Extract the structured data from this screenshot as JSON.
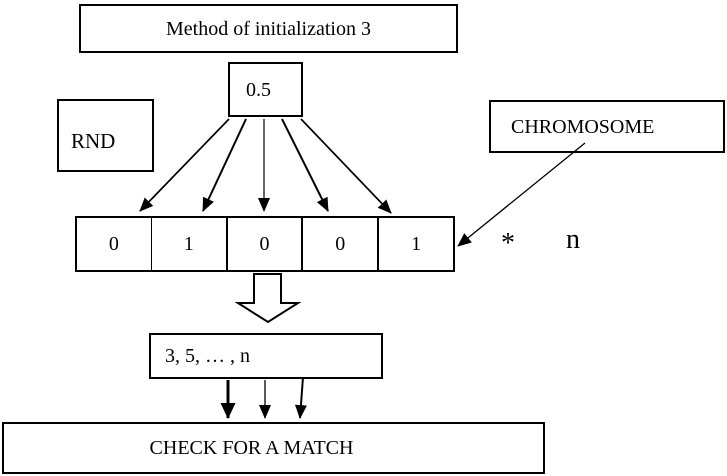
{
  "diagram": {
    "title": "Method of initialization 3",
    "threshold": "0.5",
    "rnd": "RND",
    "chromosome": "CHROMOSOME",
    "cells": [
      "0",
      "1",
      "0",
      "0",
      "1"
    ],
    "multiply_symbol": "*",
    "length_symbol": "n",
    "sequence": "3, 5,  … , n",
    "check": "CHECK FOR A MATCH",
    "colors": {
      "ink": "#000000",
      "background": "#ffffff"
    }
  }
}
